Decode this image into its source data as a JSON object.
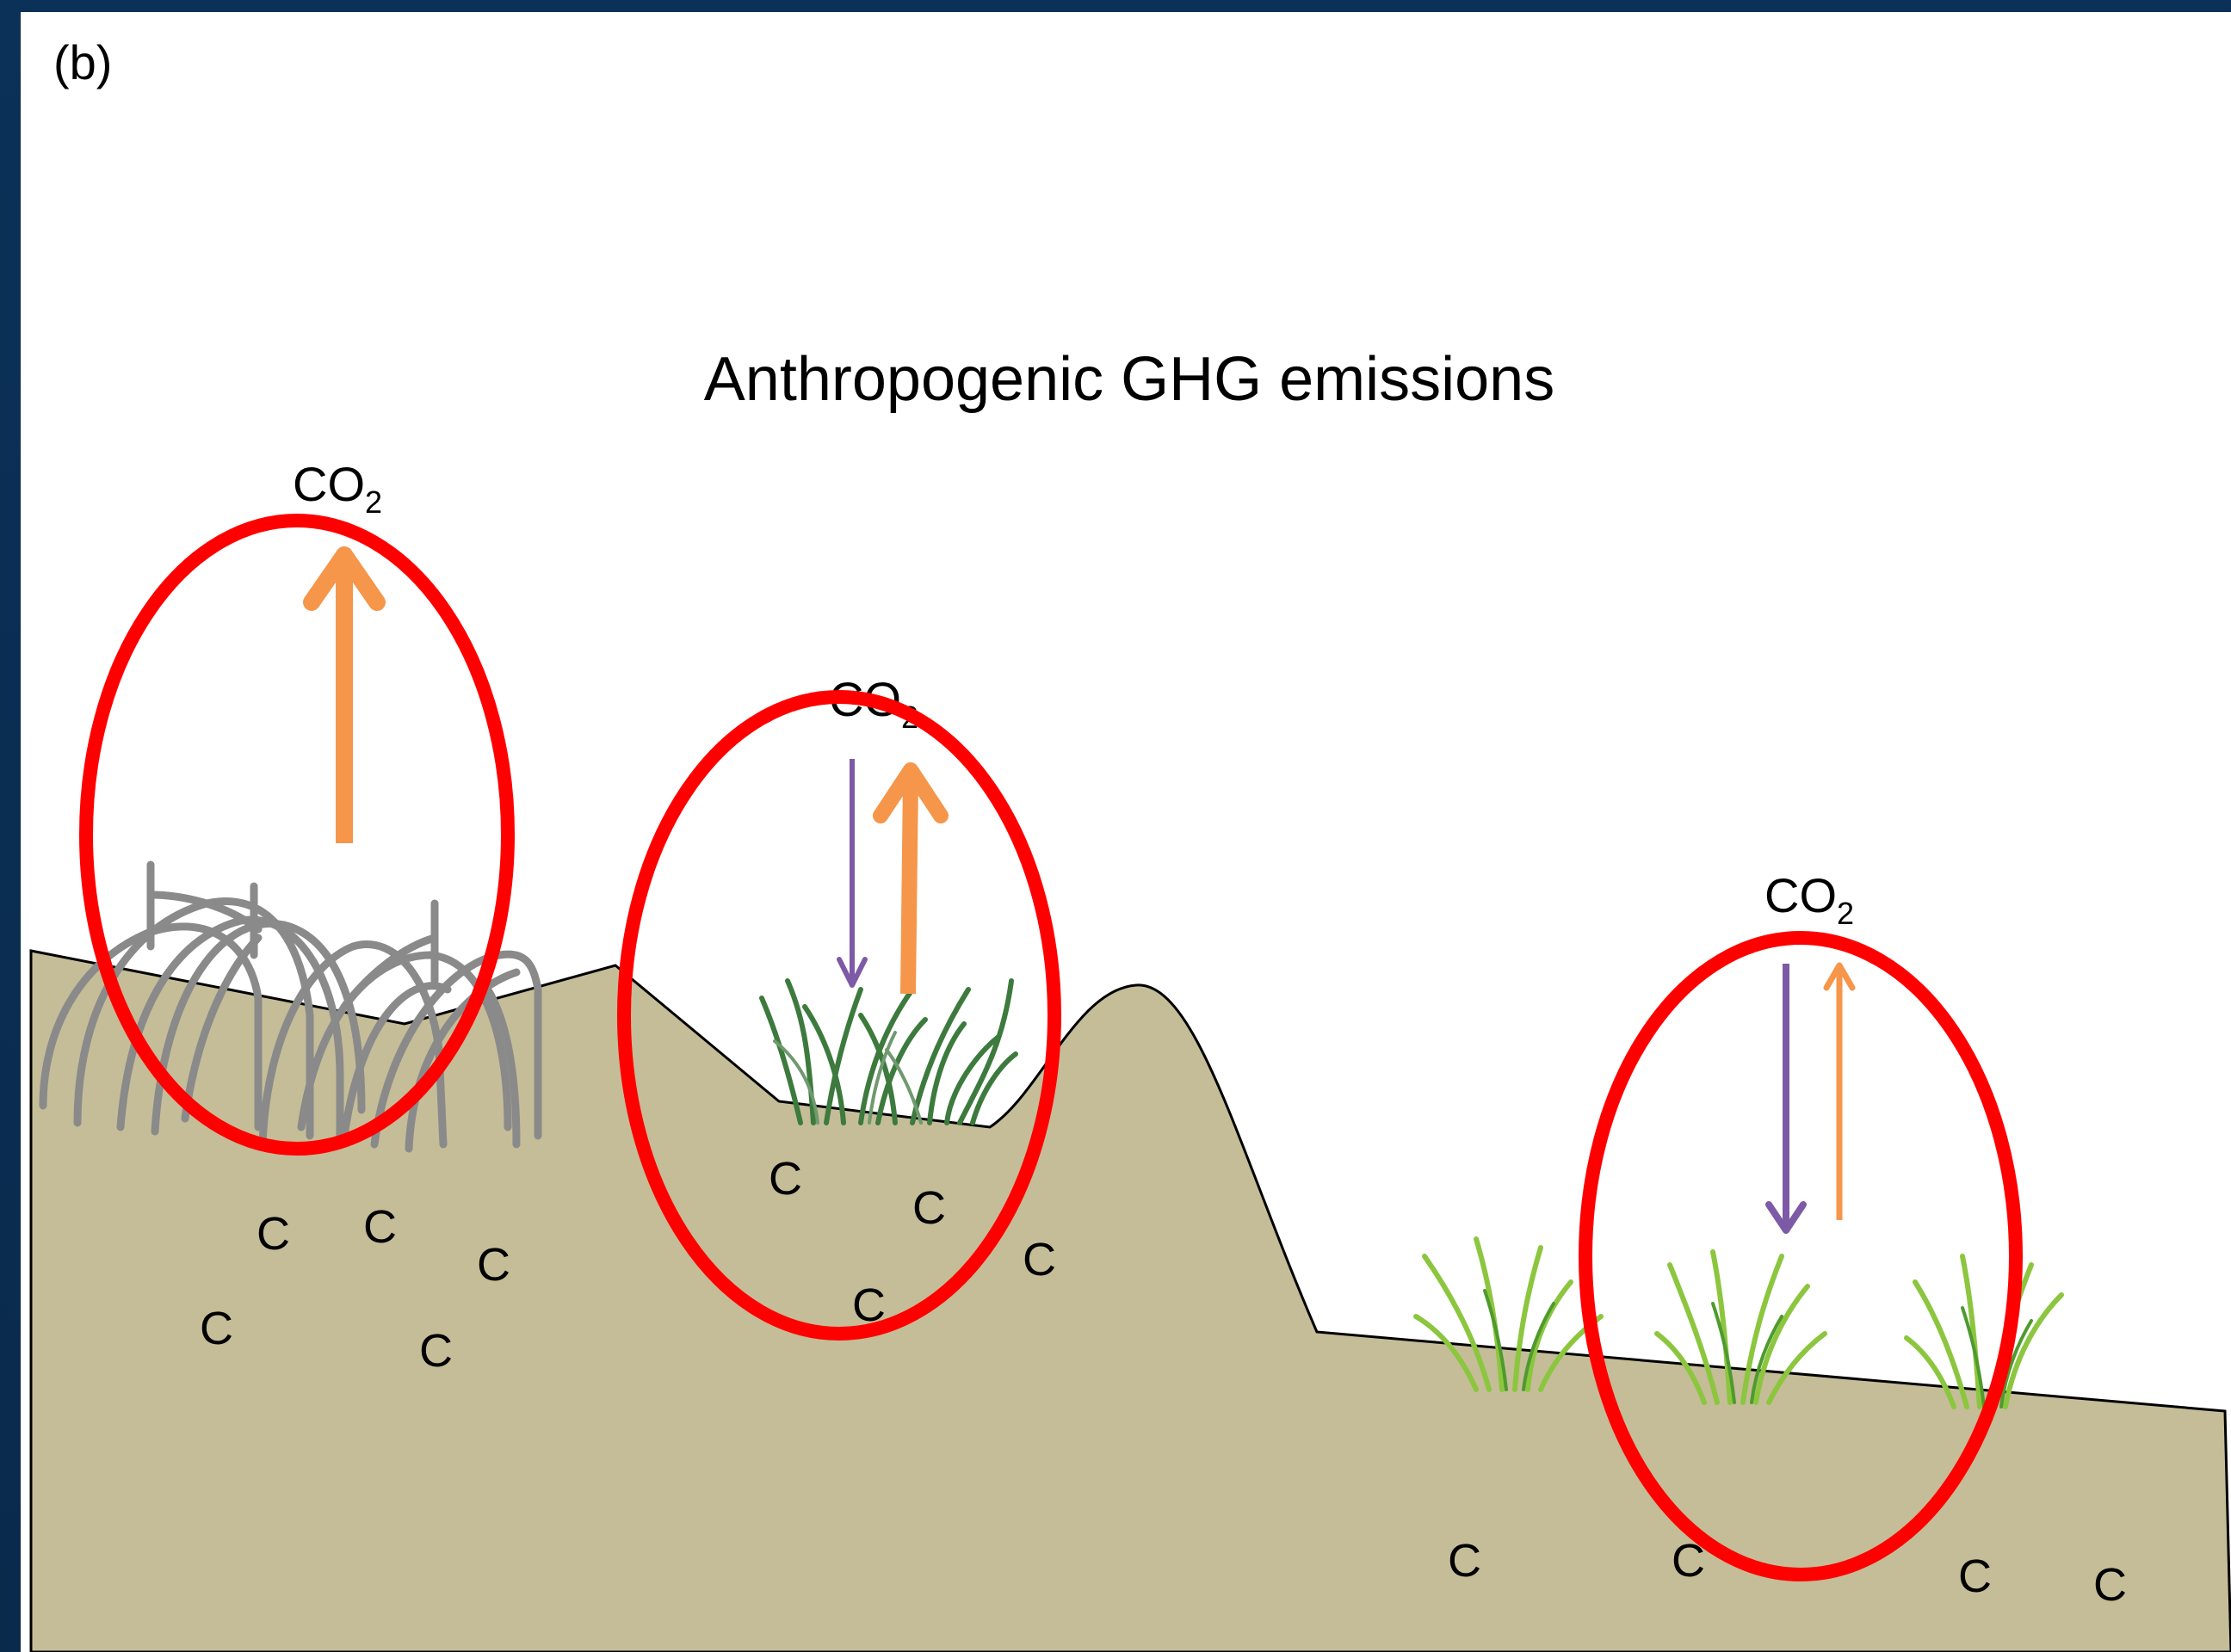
{
  "panel_label": "(b)",
  "title": "Anthropogenic GHG emissions",
  "co2_label": "CO",
  "co2_subscript": "2",
  "carbon_label": "C",
  "colors": {
    "background": "#0c2f55",
    "canvas": "#ffffff",
    "soil": "#c4bd98",
    "ellipse": "#ff0000",
    "emission_arrow": "#f5964a",
    "uptake_arrow": "#7d5aa6",
    "mangrove_roots": "#8a8a8a",
    "grass_dark": "#3d7a3d",
    "grass_light": "#8cc63f"
  },
  "icons": [
    "mangrove-roots-icon",
    "seagrass-icon",
    "saltmarsh-grass-icon"
  ]
}
